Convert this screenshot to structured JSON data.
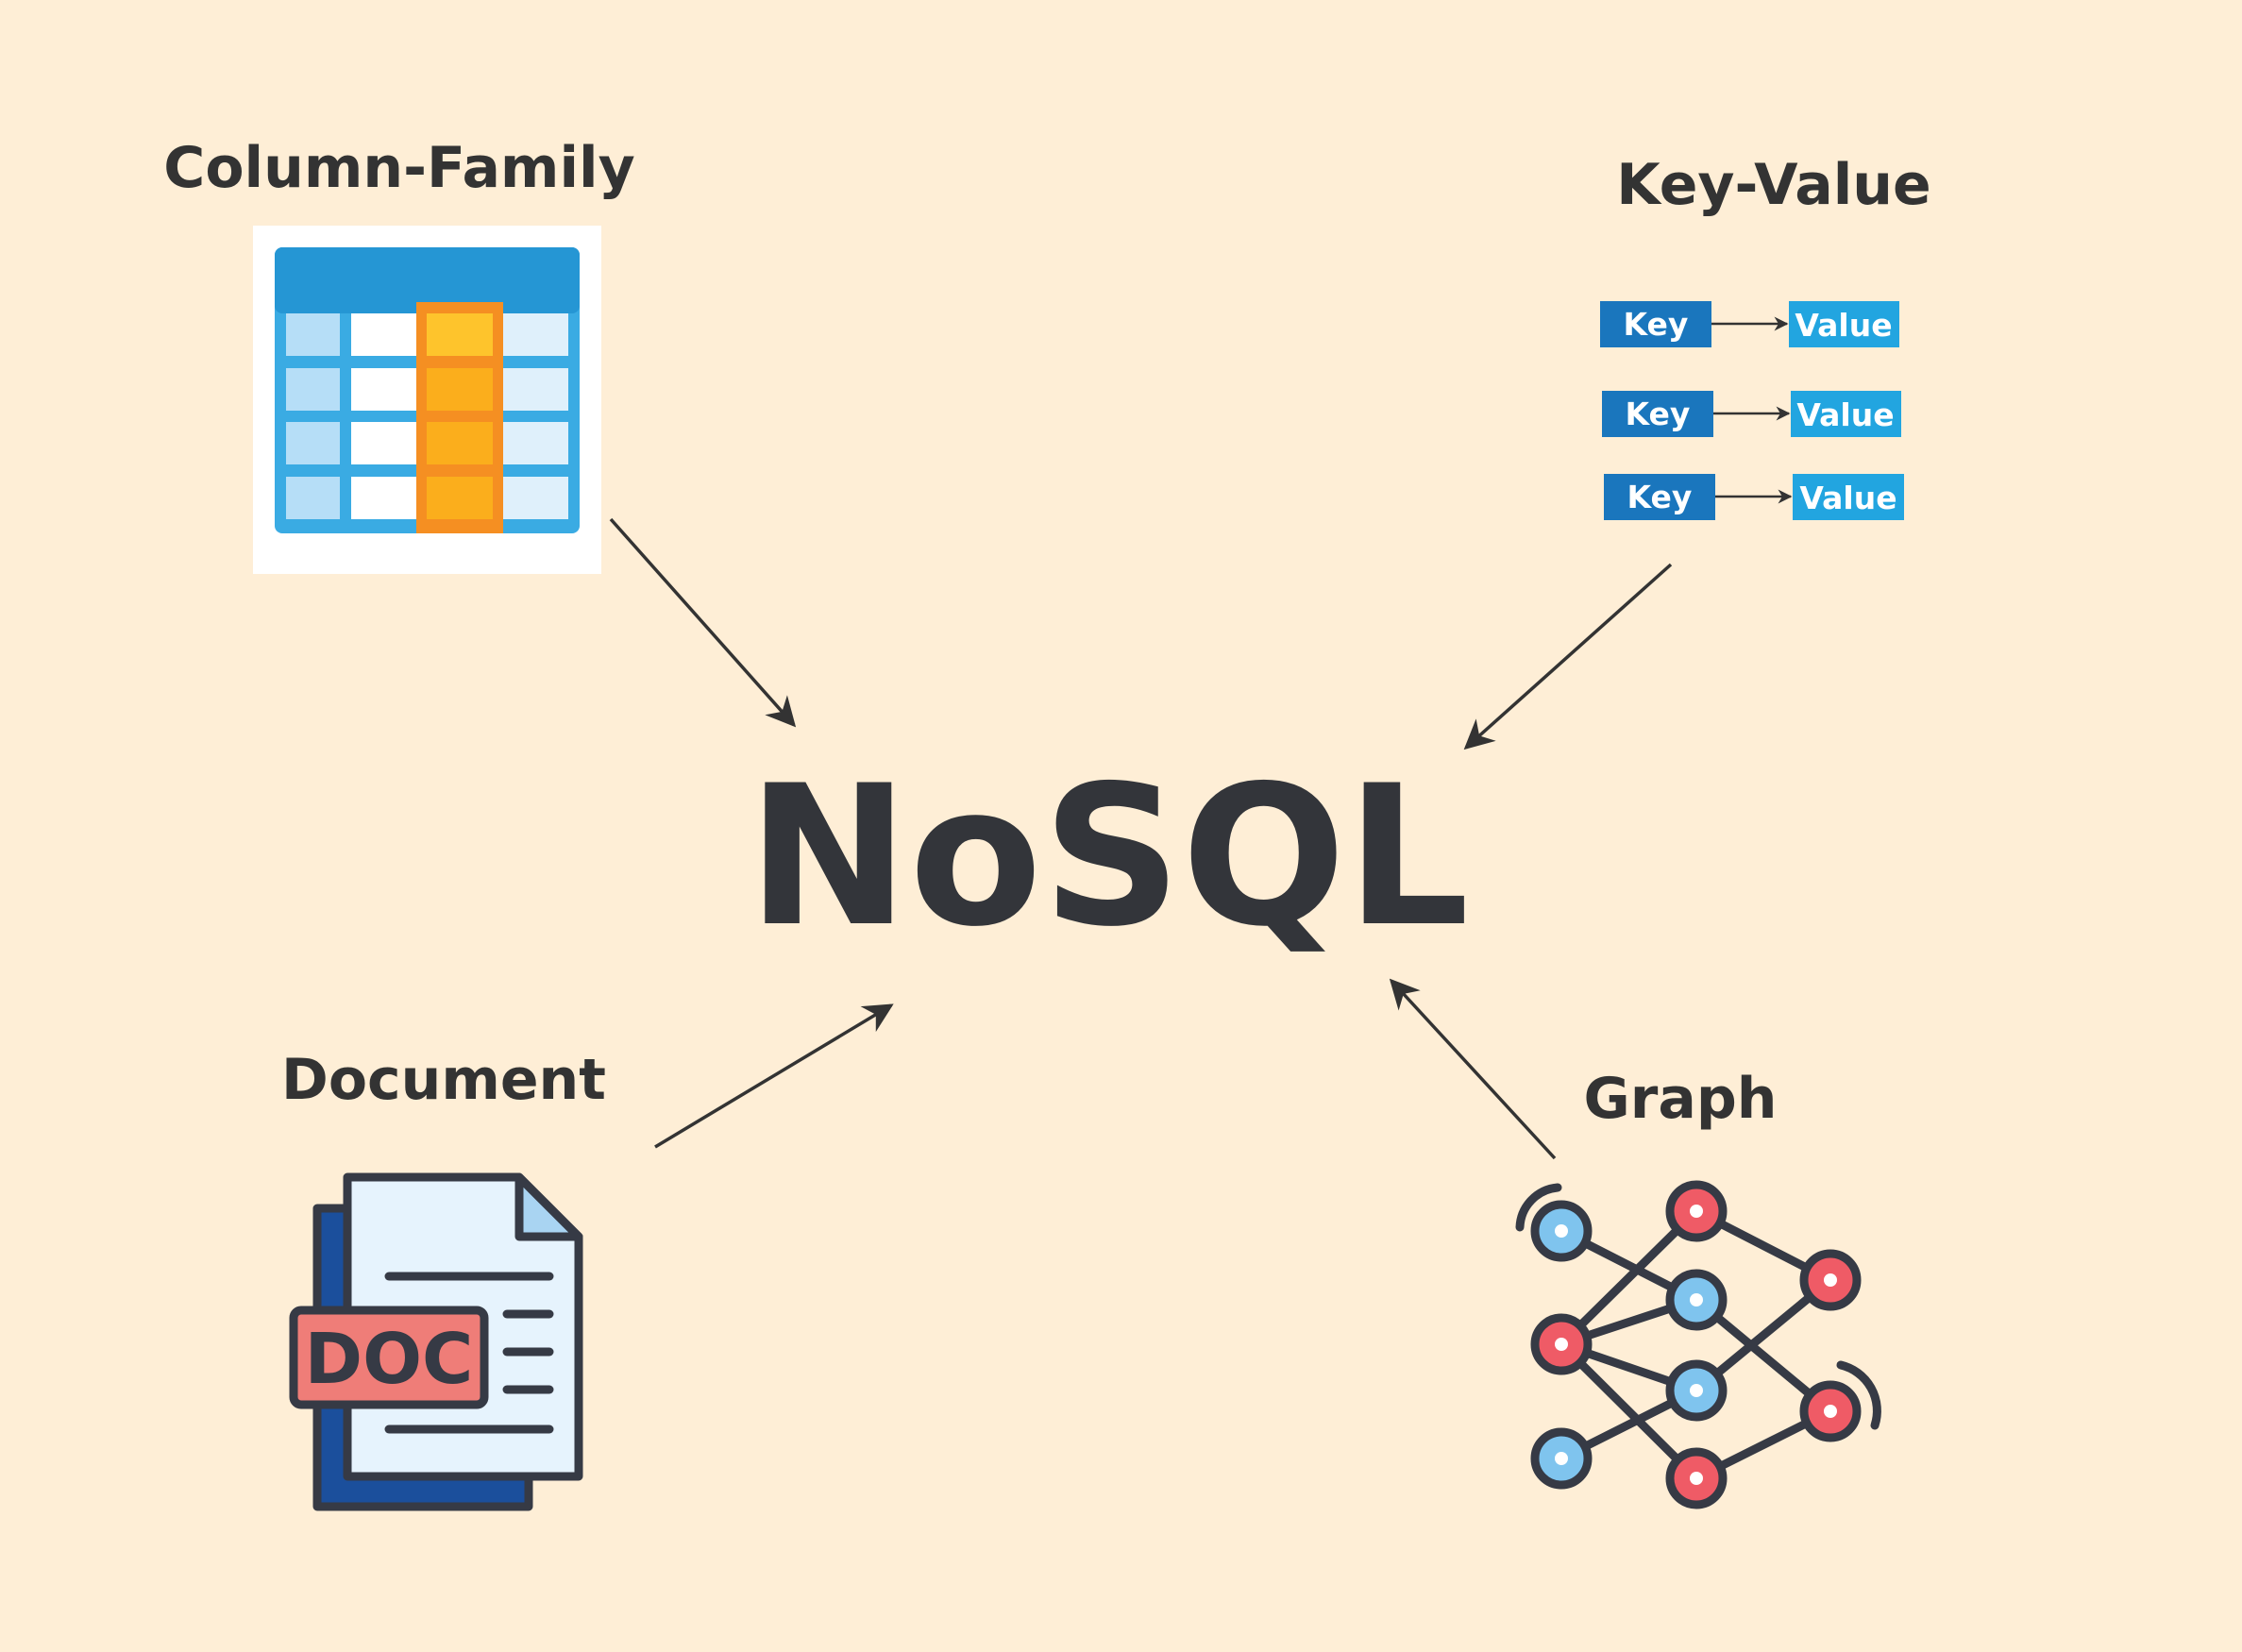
{
  "title": "NoSQL",
  "categories": {
    "column_family": "Column-Family",
    "key_value": "Key-Value",
    "document": "Document",
    "graph": "Graph"
  },
  "key_value_pairs": [
    {
      "key": "Key",
      "value": "Value"
    },
    {
      "key": "Key",
      "value": "Value"
    },
    {
      "key": "Key",
      "value": "Value"
    }
  ],
  "document_icon_label": "DOC",
  "colors": {
    "background": "#feeed6",
    "text": "#333333",
    "key_box": "#1a76bd",
    "value_box": "#22a5e0",
    "table_blue": "#2596d4",
    "column_orange": "#f8a91c",
    "graph_red": "#ef5b66",
    "graph_blue": "#7fc4ee"
  }
}
